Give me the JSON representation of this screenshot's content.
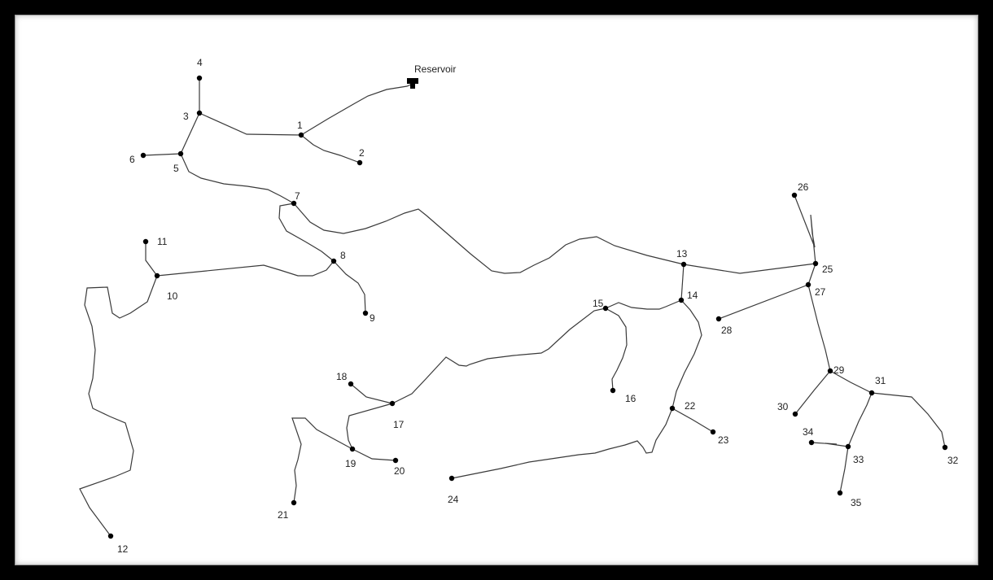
{
  "network": {
    "reservoir": {
      "id": "Reservoir",
      "label": "Reservoir"
    },
    "nodes": [
      {
        "id": "1",
        "label": "1"
      },
      {
        "id": "2",
        "label": "2"
      },
      {
        "id": "3",
        "label": "3"
      },
      {
        "id": "4",
        "label": "4"
      },
      {
        "id": "5",
        "label": "5"
      },
      {
        "id": "6",
        "label": "6"
      },
      {
        "id": "7",
        "label": "7"
      },
      {
        "id": "8",
        "label": "8"
      },
      {
        "id": "9",
        "label": "9"
      },
      {
        "id": "10",
        "label": "10"
      },
      {
        "id": "11",
        "label": "11"
      },
      {
        "id": "12",
        "label": "12"
      },
      {
        "id": "13",
        "label": "13"
      },
      {
        "id": "14",
        "label": "14"
      },
      {
        "id": "15",
        "label": "15"
      },
      {
        "id": "16",
        "label": "16"
      },
      {
        "id": "17",
        "label": "17"
      },
      {
        "id": "18",
        "label": "18"
      },
      {
        "id": "19",
        "label": "19"
      },
      {
        "id": "20",
        "label": "20"
      },
      {
        "id": "21",
        "label": "21"
      },
      {
        "id": "22",
        "label": "22"
      },
      {
        "id": "23",
        "label": "23"
      },
      {
        "id": "24",
        "label": "24"
      },
      {
        "id": "25",
        "label": "25"
      },
      {
        "id": "26",
        "label": "26"
      },
      {
        "id": "27",
        "label": "27"
      },
      {
        "id": "28",
        "label": "28"
      },
      {
        "id": "29",
        "label": "29"
      },
      {
        "id": "30",
        "label": "30"
      },
      {
        "id": "31",
        "label": "31"
      },
      {
        "id": "32",
        "label": "32"
      },
      {
        "id": "33",
        "label": "33"
      },
      {
        "id": "34",
        "label": "34"
      },
      {
        "id": "35",
        "label": "35"
      }
    ],
    "links": [
      [
        "Reservoir",
        "1"
      ],
      [
        "1",
        "2"
      ],
      [
        "1",
        "3"
      ],
      [
        "3",
        "4"
      ],
      [
        "3",
        "5"
      ],
      [
        "5",
        "6"
      ],
      [
        "5",
        "7"
      ],
      [
        "7",
        "8"
      ],
      [
        "8",
        "9"
      ],
      [
        "8",
        "10"
      ],
      [
        "10",
        "11"
      ],
      [
        "10",
        "12"
      ],
      [
        "7",
        "13"
      ],
      [
        "13",
        "14"
      ],
      [
        "13",
        "25"
      ],
      [
        "14",
        "15"
      ],
      [
        "15",
        "16"
      ],
      [
        "15",
        "17"
      ],
      [
        "17",
        "18"
      ],
      [
        "17",
        "19"
      ],
      [
        "19",
        "20"
      ],
      [
        "19",
        "21"
      ],
      [
        "14",
        "22"
      ],
      [
        "22",
        "23"
      ],
      [
        "22",
        "24"
      ],
      [
        "25",
        "26"
      ],
      [
        "25",
        "27"
      ],
      [
        "27",
        "28"
      ],
      [
        "27",
        "29"
      ],
      [
        "29",
        "30"
      ],
      [
        "29",
        "31"
      ],
      [
        "31",
        "32"
      ],
      [
        "31",
        "33"
      ],
      [
        "33",
        "34"
      ],
      [
        "33",
        "35"
      ]
    ]
  }
}
